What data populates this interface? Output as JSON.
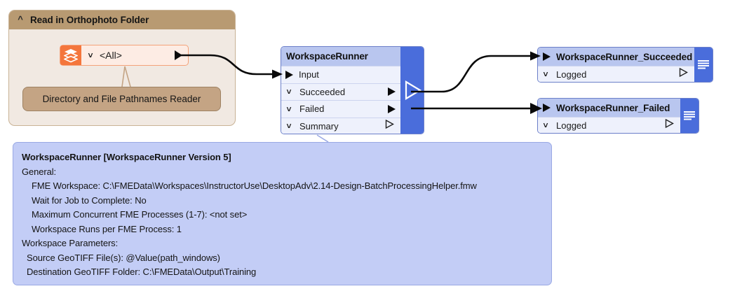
{
  "bookmark": {
    "title": "Read in Orthophoto Folder",
    "collapse_icon": "chevron-up-icon"
  },
  "reader": {
    "icon": "layers-stack-icon",
    "chevron": "chevron-down-icon",
    "label": "<All>",
    "type_label": "Directory and File Pathnames Reader"
  },
  "transformer": {
    "title": "WorkspaceRunner",
    "side_icon": "play-triangle-icon",
    "ports": [
      {
        "name": "Input",
        "kind": "input",
        "marker": "solid-arrow-in"
      },
      {
        "name": "Succeeded",
        "kind": "output",
        "marker": "solid-arrow-out",
        "chevron": "chevron-down-icon"
      },
      {
        "name": "Failed",
        "kind": "output",
        "marker": "solid-arrow-out",
        "chevron": "chevron-down-icon"
      },
      {
        "name": "Summary",
        "kind": "output",
        "marker": "hollow-arrow-out",
        "chevron": "chevron-down-icon"
      }
    ]
  },
  "writers": [
    {
      "title": "WorkspaceRunner_Succeeded",
      "port_label": "Logged",
      "side_icon": "document-lines-icon",
      "chevron": "chevron-down-icon"
    },
    {
      "title": "WorkspaceRunner_Failed",
      "port_label": "Logged",
      "side_icon": "document-lines-icon",
      "chevron": "chevron-down-icon"
    }
  ],
  "annotation": {
    "lines": [
      {
        "text": "WorkspaceRunner [WorkspaceRunner Version 5]",
        "style": "bold"
      },
      {
        "text": "General:",
        "style": "plain"
      },
      {
        "text": "FME Workspace: C:\\FMEData\\Workspaces\\InstructorUse\\DesktopAdv\\2.14-Design-BatchProcessingHelper.fmw",
        "style": "ind1"
      },
      {
        "text": "Wait for Job to Complete: No",
        "style": "ind1"
      },
      {
        "text": "Maximum Concurrent FME Processes (1-7): <not set>",
        "style": "ind1"
      },
      {
        "text": "Workspace Runs per FME Process: 1",
        "style": "ind1"
      },
      {
        "text": "Workspace Parameters:",
        "style": "plain"
      },
      {
        "text": "Source GeoTIFF File(s): @Value(path_windows)",
        "style": "ind2"
      },
      {
        "text": "Destination GeoTIFF Folder: C:\\FMEData\\Output\\Training",
        "style": "ind2"
      }
    ]
  },
  "colors": {
    "bookmark_header": "#b89a72",
    "bookmark_body": "#f1e9e2",
    "reader_accent": "#f4763c",
    "node_header": "#b9c6ef",
    "node_body": "#eef1fc",
    "node_side": "#4a6ddb",
    "annotation_bg": "#c3cdf6",
    "link": "#0a0a0a"
  }
}
